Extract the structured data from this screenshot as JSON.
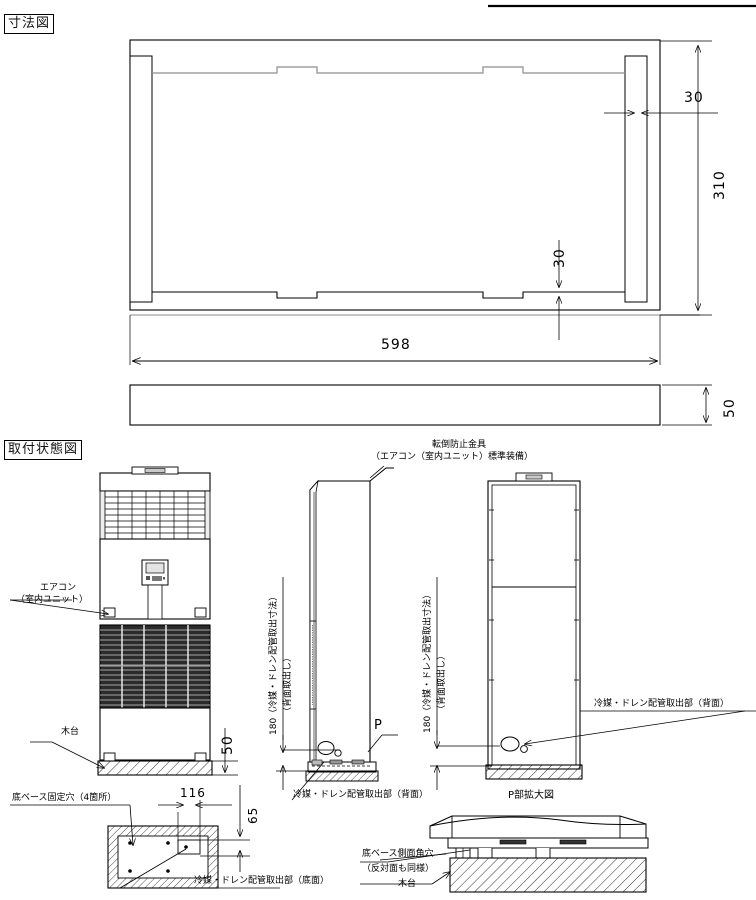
{
  "document": {
    "type": "technical-dimension-drawing",
    "language": "ja"
  },
  "sections": {
    "dimension_drawing": {
      "title": "寸法図"
    },
    "installation_drawing": {
      "title": "取付状態図"
    }
  },
  "dimension_drawing": {
    "plan_view": {
      "width_dim": "598",
      "height_dim": "310",
      "right_inset_dim": "30",
      "bottom_inset_dim": "30"
    },
    "side_view": {
      "thickness_dim": "50"
    }
  },
  "installation_drawing": {
    "front_view": {
      "labels": {
        "air_conditioner": "エアコン",
        "air_conditioner_sub": "（室内ユニット）",
        "wood_base": "木台",
        "base_height_dim": "50"
      }
    },
    "side_view": {
      "labels": {
        "anti_tip_bracket": "転倒防止金具",
        "anti_tip_bracket_sub": "（エアコン（室内ユニット）標準装備）",
        "pipe_dim": "180（冷媒・ドレン配管取出寸法）",
        "pipe_dim_sub": "（背面取出し）",
        "pipe_outlet_rear": "冷媒・ドレン配管取出部（背面）",
        "detail_marker": "P"
      }
    },
    "rear_view": {
      "labels": {
        "pipe_dim": "180（冷媒・ドレン配管取出寸法）",
        "pipe_dim_sub": "（背面取出し）",
        "pipe_outlet_rear": "冷媒・ドレン配管取出部（背面）",
        "detail_title": "P部拡大図"
      }
    },
    "base_plan_view": {
      "labels": {
        "base_fixing_holes": "底ベース固定穴（4箇所）",
        "pipe_outlet_bottom": "冷媒・ドレン配管取出部（底面）",
        "dim_116": "116",
        "dim_65": "65"
      }
    },
    "base_detail_view": {
      "labels": {
        "base_side_square_hole": "底ベース側面角穴",
        "base_side_square_hole_sub": "（反対面も同様）",
        "wood_base": "木台"
      }
    }
  },
  "colors": {
    "line": "#000000",
    "light_line": "#9a9a9a",
    "background": "#ffffff"
  }
}
